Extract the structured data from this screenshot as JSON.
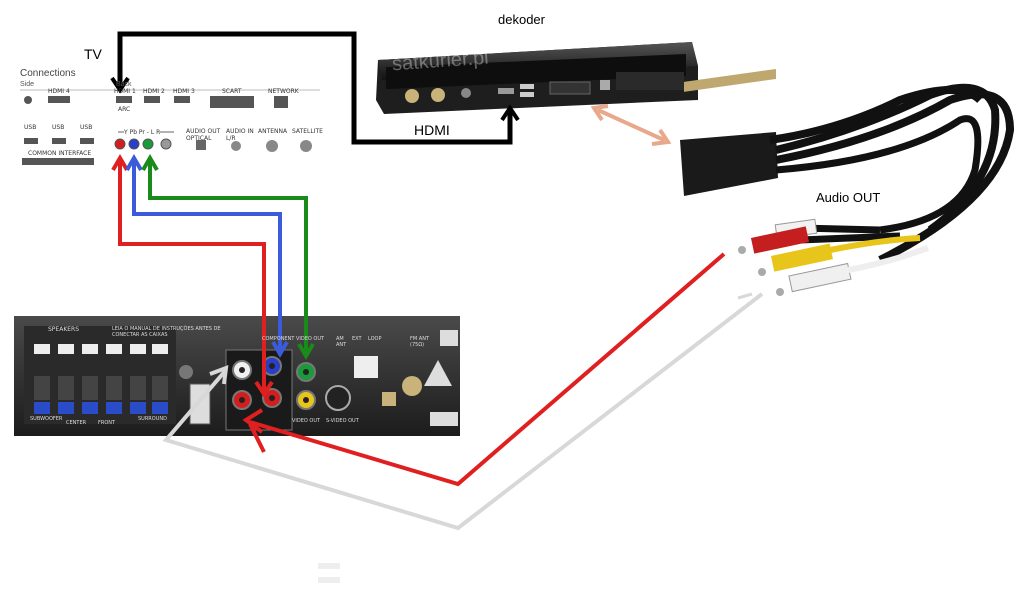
{
  "labels": {
    "tv": "TV",
    "dekoder": "dekoder",
    "hdmi": "HDMI",
    "audio_out": "Audio OUT",
    "watermark": "satkurier.pl"
  },
  "tv_panel": {
    "title": "Connections",
    "side": "Side",
    "back": "Back",
    "side_ports": [
      "HDMI 4",
      "USB",
      "USB",
      "USB"
    ],
    "common_interface": "COMMON INTERFACE",
    "back_ports_top": [
      "HDMI 1",
      "HDMI 2",
      "HDMI 3",
      "SCART",
      "NETWORK"
    ],
    "arc": "ARC",
    "component": "Y Pb Pr - L R",
    "back_ports_bottom": [
      "AUDIO OUT OPTICAL",
      "AUDIO IN L/R",
      "ANTENNA",
      "SATELLITE"
    ]
  },
  "receiver": {
    "speakers": "SPEAKERS",
    "warning": "LEIA O MANUAL DE INSTRUÇÕES ANTES DE CONECTAR AS CAIXAS",
    "speaker_labels": [
      "SUBWOOFER",
      "CENTER",
      "FRONT",
      "SURROUND"
    ],
    "component_video_out": "COMPONENT VIDEO OUT",
    "am_ant": "AM ANT",
    "ext": "EXT",
    "loop": "LOOP",
    "fm_ant": "FM ANT (75Ω)",
    "video_out": "VIDEO OUT",
    "s_video_out": "S-VIDEO OUT"
  },
  "colors": {
    "red": "#e02020",
    "green": "#1a8a1a",
    "blue": "#3b5bdb",
    "black": "#000000",
    "white_cable": "#d8d8d8",
    "scart_arrow": "#e8a88c"
  }
}
